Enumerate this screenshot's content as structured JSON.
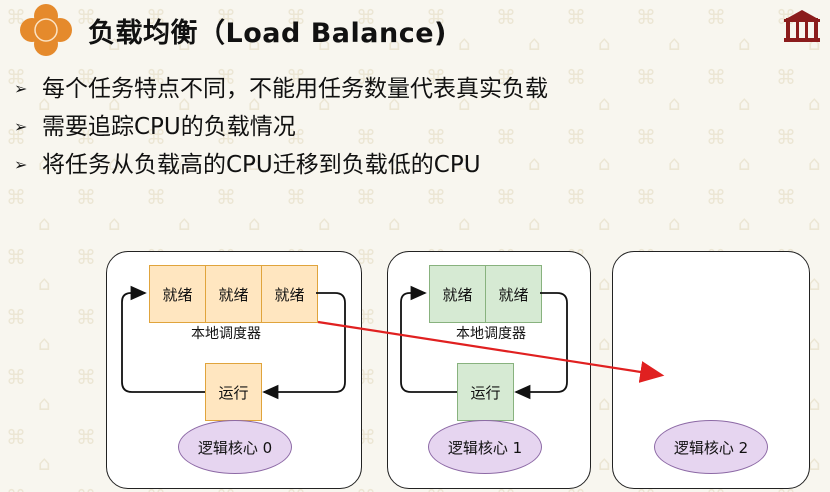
{
  "title": "负载均衡（Load Balance)",
  "icons": {
    "title_ornament": "orange-flower-icon",
    "logo": "university-gate-logo-icon",
    "bullet": "arrowhead-bullet-icon"
  },
  "bullets": [
    "每个任务特点不同，不能用任务数量代表真实负载",
    "需要追踪CPU的负载情况",
    "将任务从负载高的CPU迁移到负载低的CPU"
  ],
  "diagram": {
    "cores": [
      {
        "ready": [
          "就绪",
          "就绪",
          "就绪"
        ],
        "scheduler": "本地调度器",
        "running": "运行",
        "core": "逻辑核心 0"
      },
      {
        "ready": [
          "就绪",
          "就绪"
        ],
        "scheduler": "本地调度器",
        "running": "运行",
        "core": "逻辑核心 1"
      },
      {
        "ready": [],
        "core": "逻辑核心 2"
      }
    ],
    "colors": {
      "core0": "#ffe6c0",
      "core1": "#d6ead3",
      "core": "#e6d5f0",
      "migration_arrow": "#e02020"
    }
  }
}
